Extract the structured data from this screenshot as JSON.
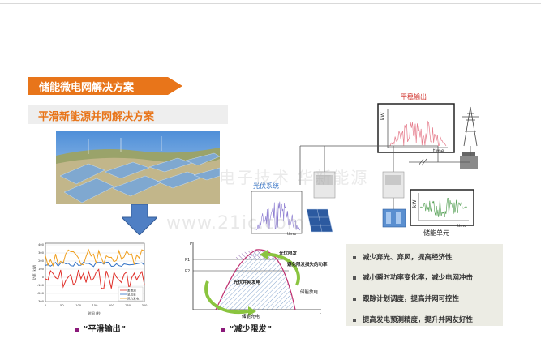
{
  "banner": {
    "title": "储能微电网解决方案",
    "color": "#e8751a"
  },
  "subtitle": "平滑新能源并网解决方案",
  "system": {
    "output_label": "平稳输出",
    "pv_label": "光伏系统",
    "storage_label": "储能单元",
    "axis_kw": "kW",
    "axis_time": "time"
  },
  "chart1": {
    "ylabel": "功率 (kW)",
    "xlabel": "时间 (秒)",
    "yticks": [
      "400",
      "300",
      "200",
      "100",
      "0",
      "-100",
      "-200",
      "-300"
    ],
    "xticks": [
      "0",
      "50",
      "100",
      "150",
      "200",
      "250",
      "300"
    ],
    "legend": [
      "蓄电池",
      "总功率",
      "风力发电"
    ],
    "colors": [
      "#e0302a",
      "#2f6fc4",
      "#f0a020"
    ]
  },
  "chart2": {
    "p1": "P1",
    "p2": "P2",
    "label_limit": "光伏限发",
    "label_avoid": "避免限发损失的功率",
    "label_grid": "光伏并网发电",
    "label_discharge": "储能放电",
    "label_charge": "储能充电",
    "axis_p": "P",
    "axis_t": "t"
  },
  "captions": {
    "smooth": "“平滑输出”",
    "reduce": "“减少限发”"
  },
  "bullets": [
    "减少弃光、弃风，提高经济性",
    "减小瞬时功率变化率，减少电网冲击",
    "跟踪计划调度，提高并网可控性",
    "提高发电预测精度，提升并网友好性"
  ],
  "watermark": "www.21ic.com",
  "watermark_cn": "电子技术  华新能源"
}
